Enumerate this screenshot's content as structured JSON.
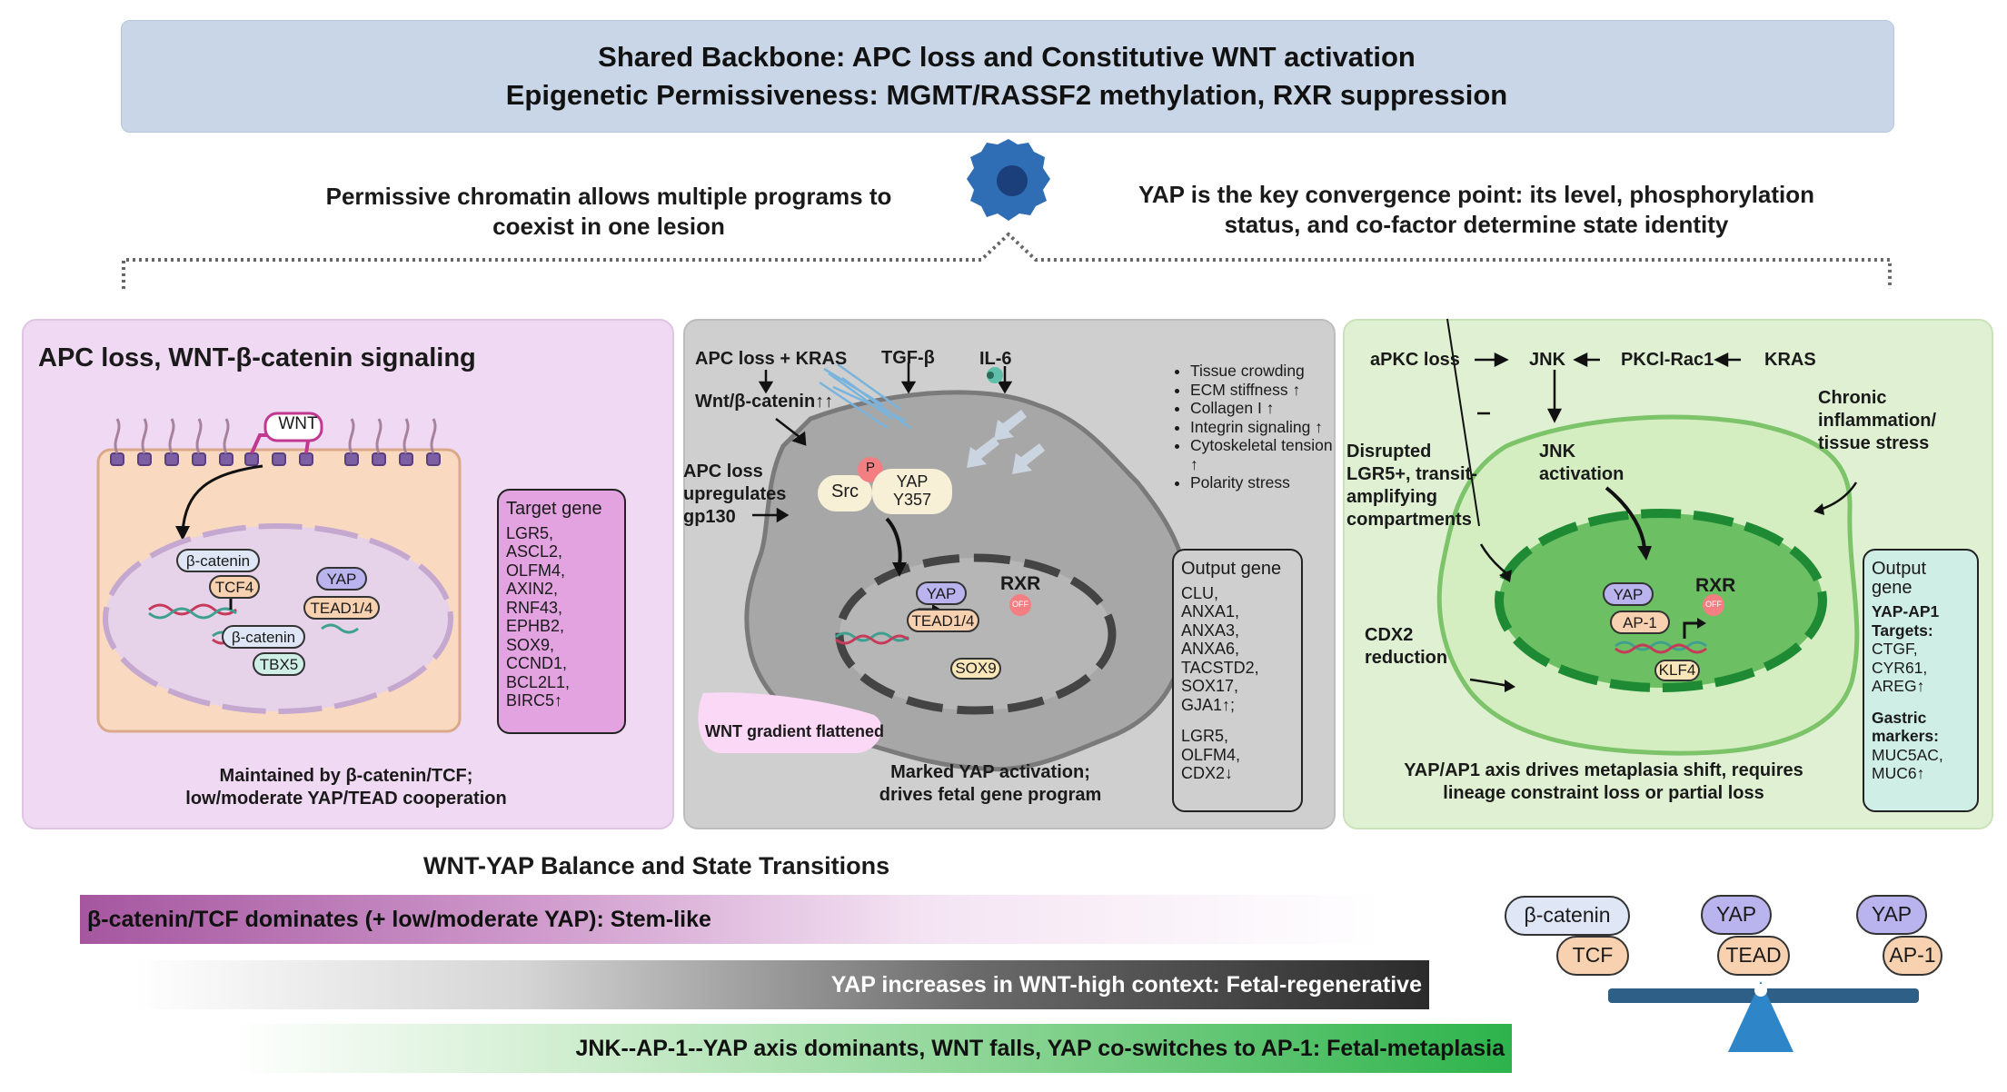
{
  "header": {
    "line1": "Shared Backbone: APC loss and Constitutive WNT activation",
    "line2": "Epigenetic Permissiveness: MGMT/RASSF2 methylation, RXR suppression"
  },
  "captions": {
    "left_line1": "Permissive chromatin allows multiple programs to",
    "left_line2": "coexist in one lesion",
    "right_line1": "YAP is the key convergence point: its level, phosphorylation",
    "right_line2": "status, and co-factor determine state identity"
  },
  "panel1": {
    "title": "APC loss, WNT-β-catenin signaling",
    "wnt": "WNT",
    "beta_catenin": "β-catenin",
    "tcf4": "TCF4",
    "yap": "YAP",
    "tead": "TEAD1/4",
    "beta_catenin2": "β-catenin",
    "tbx5": "TBX5",
    "target_head": "Target gene",
    "targets": [
      "LGR5,",
      "ASCL2,",
      "OLFM4,",
      "AXIN2,",
      "RNF43,",
      "EPHB2,",
      "SOX9,",
      "CCND1,",
      "BCL2L1,",
      "BIRC5↑"
    ],
    "footer1": "Maintained by β-catenin/TCF;",
    "footer2": "low/moderate YAP/TEAD cooperation"
  },
  "panel2": {
    "apc_kras": "APC loss + KRAS",
    "wnt_up": "Wnt/β-catenin↑↑",
    "tgfb": "TGF-β",
    "il6": "IL-6",
    "gp130_1": "APC loss",
    "gp130_2": "upregulates",
    "gp130_3": "gp130",
    "bullets": [
      "Tissue crowding",
      "ECM stiffness ↑",
      "Collagen I ↑",
      "Integrin signaling ↑",
      "Cytoskeletal tension ↑",
      "Polarity stress"
    ],
    "src": "Src",
    "p": "P",
    "yap_y357_1": "YAP",
    "yap_y357_2": "Y357",
    "yap": "YAP",
    "tead": "TEAD1/4",
    "sox9": "SOX9",
    "rxr": "RXR",
    "off": "OFF",
    "output_head": "Output gene",
    "outputs_up": [
      "CLU,",
      "ANXA1,",
      "ANXA3,",
      "ANXA6,",
      "TACSTD2,",
      "SOX17,",
      "GJA1↑;"
    ],
    "outputs_down": [
      "LGR5,",
      "OLFM4,",
      "CDX2↓"
    ],
    "gradient": "WNT gradient flattened",
    "footer1": "Marked YAP activation;",
    "footer2": "drives fetal gene program"
  },
  "panel3": {
    "apkc": "aPKC loss",
    "jnk": "JNK",
    "pkci": "PKCl-Rac1",
    "kras": "KRAS",
    "chronic1": "Chronic",
    "chronic2": "inflammation/",
    "chronic3": "tissue stress",
    "disrupted": [
      "Disrupted",
      "LGR5+, transit-",
      "amplifying",
      "compartments"
    ],
    "jnk_act1": "JNK",
    "jnk_act2": "activation",
    "cdx2_1": "CDX2",
    "cdx2_2": "reduction",
    "yap": "YAP",
    "ap1": "AP-1",
    "rxr": "RXR",
    "off": "OFF",
    "klf4": "KLF4",
    "output_head": "Output gene",
    "yap_ap1_1": "YAP-AP1",
    "yap_ap1_2": "Targets:",
    "yap_targets": [
      "CTGF,",
      "CYR61,",
      "AREG↑"
    ],
    "gastric1": "Gastric",
    "gastric2": "markers:",
    "gastric_targets": [
      "MUC5AC,",
      "MUC6↑"
    ],
    "footer1": "YAP/AP1 axis drives metaplasia shift, requires",
    "footer2": "lineage constraint loss or partial loss"
  },
  "transitions": {
    "title": "WNT-YAP Balance and State Transitions",
    "bar_stem": "β-catenin/TCF dominates (+ low/moderate YAP): Stem-like",
    "bar_fetal": "YAP increases in WNT-high context: Fetal-regenerative",
    "bar_meta": "JNK--AP-1--YAP axis dominants, WNT falls, YAP co-switches to AP-1: Fetal-metaplasia"
  },
  "balance": {
    "beta_catenin": "β-catenin",
    "tcf": "TCF",
    "yap1": "YAP",
    "tead": "TEAD",
    "yap2": "YAP",
    "ap1": "AP-1"
  },
  "colors": {
    "header_bg": "#c9d6e8",
    "panel1_bg": "#f0d9f2",
    "panel2_bg": "#cfcfcf",
    "panel3_bg": "#dff0d3",
    "yap_fill": "#b9b3ee",
    "tcf_fill": "#f8d1b0",
    "scale_blue": "#2e86c8"
  }
}
